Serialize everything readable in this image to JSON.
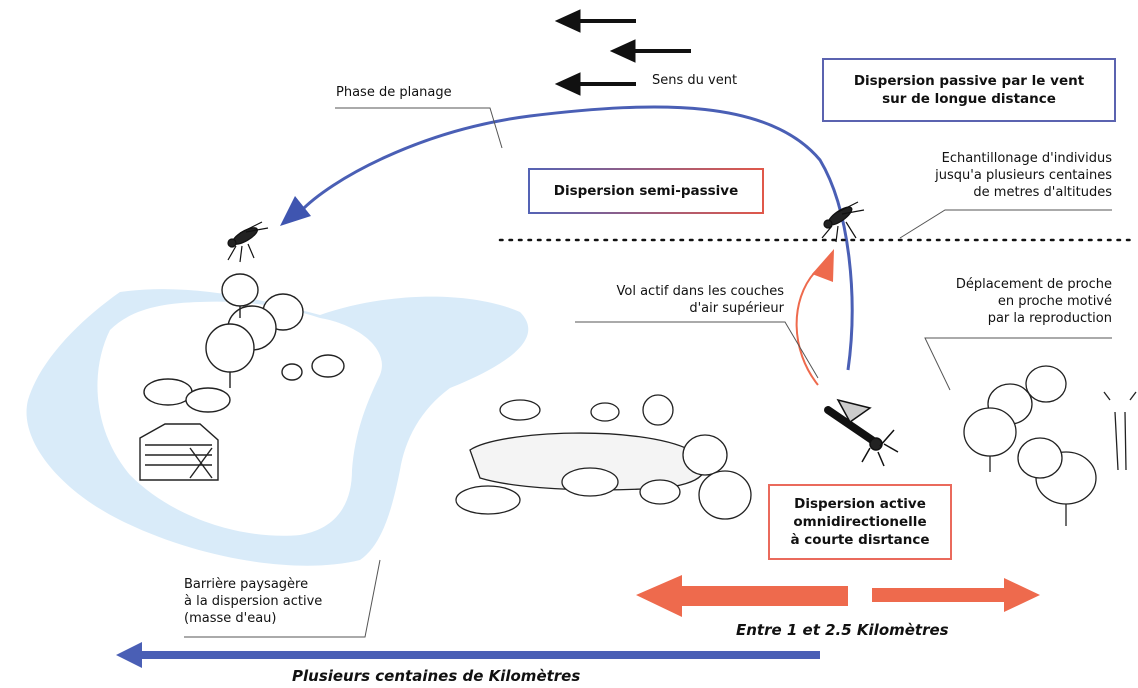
{
  "labels": {
    "wind": "Sens du vent",
    "gliding": "Phase de planage",
    "sampling": "Echantillonage d'individus\njusqu'a plusieurs centaines\nde metres d'altitudes",
    "active_flight": "Vol actif dans les couches\nd'air supérieur",
    "proche": "Déplacement de proche\nen proche motivé\npar la reproduction",
    "barrier": "Barrière paysagère\nà la dispersion active\n(masse d'eau)"
  },
  "boxes": {
    "passive_long": "Dispersion passive par le vent\nsur de longue distance",
    "semi_passive": "Dispersion semi-passive",
    "active_short": "Dispersion active\nomnidirectionelle\nà courte disrtance"
  },
  "distances": {
    "short": "Entre 1 et 2.5 Kilomètres",
    "long": "Plusieurs centaines de Kilomètres"
  },
  "colors": {
    "blue": "#4a5fb5",
    "orange": "#ee6a4d",
    "water": "#d9ebf9"
  }
}
